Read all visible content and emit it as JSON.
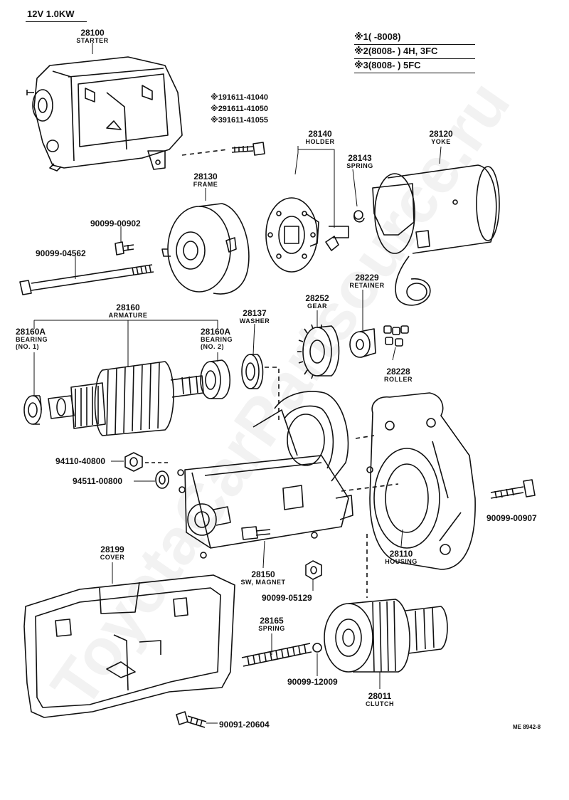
{
  "header": {
    "title": "12V 1.0KW"
  },
  "notes": [
    {
      "mark": "※1",
      "text": "(       -8008)"
    },
    {
      "mark": "※2",
      "text": "(8008-        ) 4H, 3FC"
    },
    {
      "mark": "※3",
      "text": "(8008-        ) 5FC"
    }
  ],
  "bolt_variants": [
    "※191611-41040",
    "※291611-41050",
    "※391611-41055"
  ],
  "parts": {
    "starter": {
      "num": "28100",
      "name": "STARTER"
    },
    "holder": {
      "num": "28140",
      "name": "HOLDER"
    },
    "yoke": {
      "num": "28120",
      "name": "YOKE"
    },
    "spring_28143": {
      "num": "28143",
      "name": "SPRING"
    },
    "frame": {
      "num": "28130",
      "name": "FRAME"
    },
    "screw_0902": {
      "num": "90099-00902"
    },
    "bolt_4562": {
      "num": "90099-04562"
    },
    "retainer": {
      "num": "28229",
      "name": "RETAINER"
    },
    "gear": {
      "num": "28252",
      "name": "GEAR"
    },
    "armature": {
      "num": "28160",
      "name": "ARMATURE"
    },
    "washer": {
      "num": "28137",
      "name": "WASHER"
    },
    "bearing1": {
      "num": "28160A",
      "name1": "BEARING",
      "name2": "(NO. 1)"
    },
    "bearing2": {
      "num": "28160A",
      "name1": "BEARING",
      "name2": "(NO. 2)"
    },
    "roller": {
      "num": "28228",
      "name": "ROLLER"
    },
    "nut_40800": {
      "num": "94110-40800"
    },
    "washer_00800": {
      "num": "94511-00800"
    },
    "bolt_0907": {
      "num": "90099-00907"
    },
    "housing": {
      "num": "28110",
      "name": "HOUSING"
    },
    "cover": {
      "num": "28199",
      "name": "COVER"
    },
    "sw_magnet": {
      "num": "28150",
      "name": "SW, MAGNET"
    },
    "nut_5129": {
      "num": "90099-05129"
    },
    "spring_28165": {
      "num": "28165",
      "name": "SPRING"
    },
    "ball_12009": {
      "num": "90099-12009"
    },
    "clutch": {
      "num": "28011",
      "name": "CLUTCH"
    },
    "bolt_20604": {
      "num": "90091-20604"
    }
  },
  "diagram_code": "ME 8942-8",
  "watermark": "ToyotaCarPartsource.ru"
}
